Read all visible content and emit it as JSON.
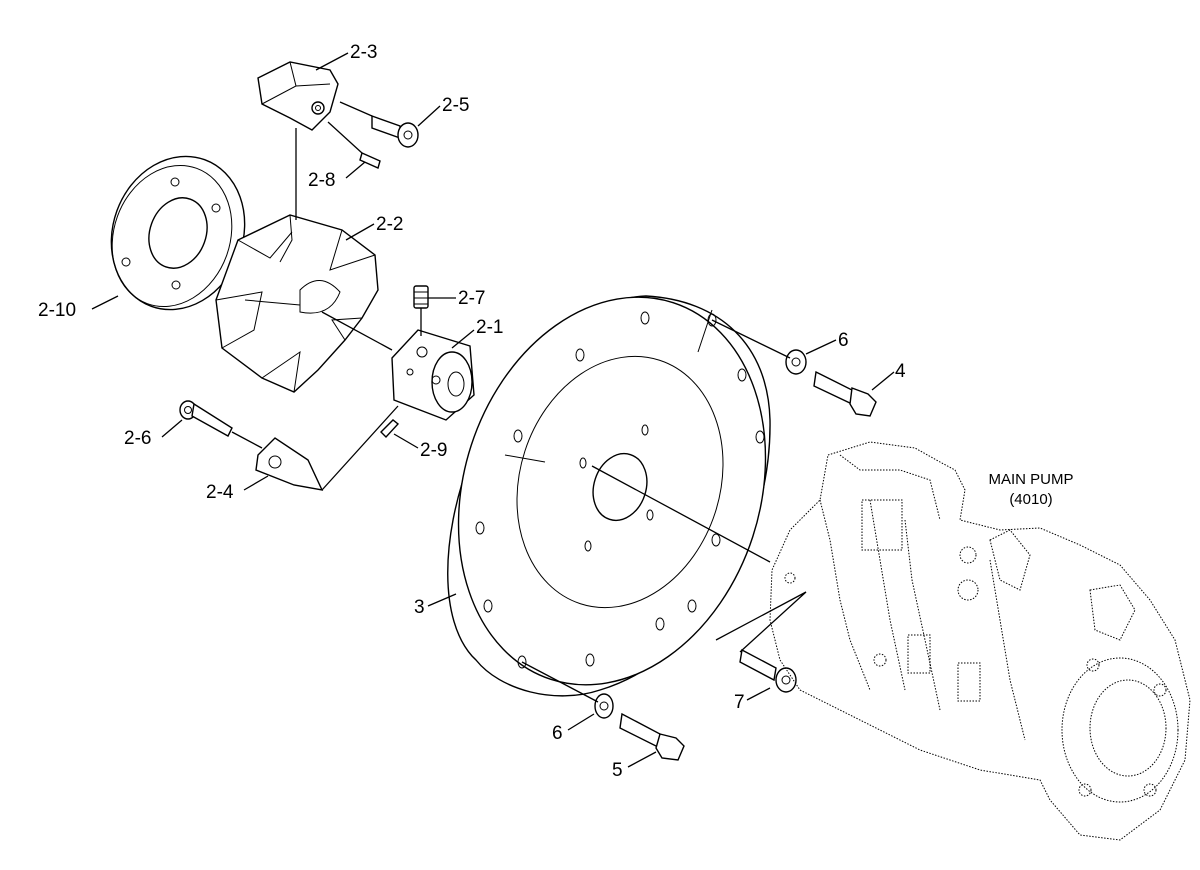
{
  "callouts": {
    "c2_3": "2-3",
    "c2_5": "2-5",
    "c2_8": "2-8",
    "c2_2": "2-2",
    "c2_10": "2-10",
    "c2_7": "2-7",
    "c2_1": "2-1",
    "c2_6": "2-6",
    "c2_9": "2-9",
    "c2_4": "2-4",
    "c6a": "6",
    "c4": "4",
    "c3": "3",
    "c7": "7",
    "c6b": "6",
    "c5": "5"
  },
  "main_pump": {
    "label": "MAIN PUMP",
    "code": "(4010)"
  }
}
